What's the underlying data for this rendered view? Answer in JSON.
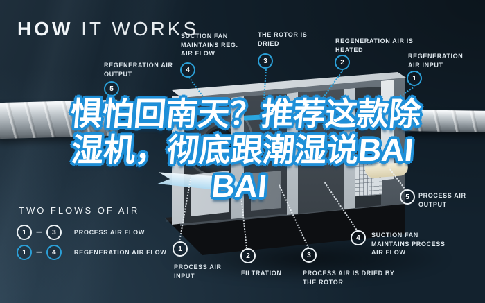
{
  "title": {
    "bold": "HOW",
    "light": " IT WORKS"
  },
  "headline": {
    "line1": "惧怕回南天？推荐这款除",
    "line2": "湿机，彻底跟潮湿说BAI",
    "line3": "BAI"
  },
  "colors": {
    "background": "#13222e",
    "teal_accent": "#2ba0d8",
    "headline_fill": "#ffffff",
    "headline_stroke": "#1e8fd8"
  },
  "callouts": {
    "reg_air_output": {
      "number": "5",
      "label": "REGENERATION AIR OUTPUT"
    },
    "suction_fan_reg": {
      "number": "4",
      "label": "SUCTION FAN MAINTAINS REG. AIR FLOW"
    },
    "rotor_dried": {
      "number": "3",
      "label": "THE ROTOR IS DRIED"
    },
    "reg_air_heated": {
      "number": "2",
      "label": "REGENERATION AIR IS HEATED"
    },
    "reg_air_input": {
      "number": "1",
      "label": "REGENERATION AIR INPUT"
    },
    "process_air_input": {
      "number": "1",
      "label": "PROCESS AIR INPUT"
    },
    "filtration": {
      "number": "2",
      "label": "FILTRATION"
    },
    "process_air_dried": {
      "number": "3",
      "label": "PROCESS AIR IS DRIED BY THE ROTOR"
    },
    "suction_fan_process": {
      "number": "4",
      "label": "SUCTION FAN MAINTAINS PROCESS AIR FLOW"
    },
    "process_air_output": {
      "number": "5",
      "label": "PROCESS AIR OUTPUT"
    }
  },
  "legend": {
    "heading": "TWO FLOWS OF AIR",
    "separator": "–",
    "rows": [
      {
        "from": "1",
        "to": "3",
        "label": "PROCESS AIR FLOW",
        "style": "white"
      },
      {
        "from": "1",
        "to": "4",
        "label": "REGENERATION AIR FLOW",
        "style": "teal"
      }
    ]
  }
}
